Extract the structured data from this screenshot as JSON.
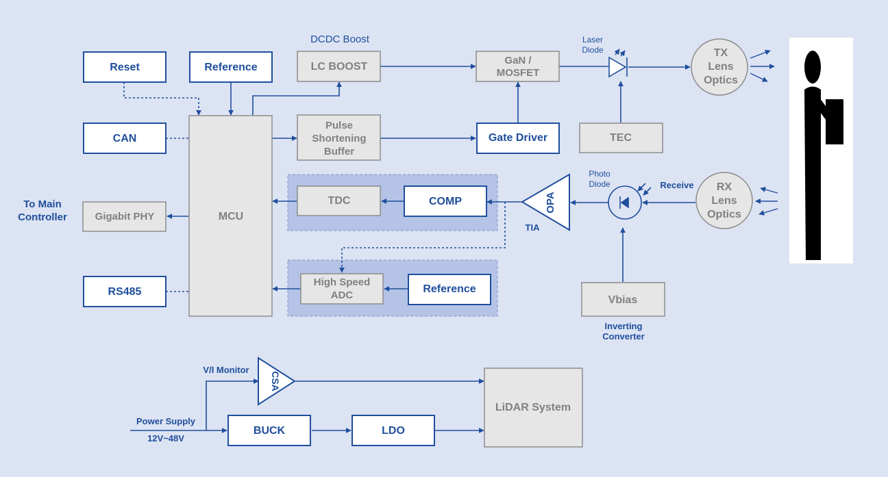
{
  "colors": {
    "background": "#dce3f3",
    "accent": "#1f4e9c",
    "gray_fill": "#e6e6e6",
    "gray_stroke": "#8c8c8c",
    "gray_text": "#808080",
    "highlight_region": "#b4c3e6"
  },
  "blocks": {
    "reset": "Reset",
    "reference_top": "Reference",
    "lc_boost": "LC BOOST",
    "gan_mosfet": [
      "GaN /",
      "MOSFET"
    ],
    "can": "CAN",
    "mcu": "MCU",
    "pulse_buffer": [
      "Pulse",
      "Shortening",
      "Buffer"
    ],
    "gate_driver": "Gate Driver",
    "tec": "TEC",
    "tdc": "TDC",
    "comp": "COMP",
    "opa": "OPA",
    "gigabit_phy": "Gigabit PHY",
    "high_speed_adc": [
      "High Speed",
      "ADC"
    ],
    "reference_adc": "Reference",
    "rs485": "RS485",
    "vbias": "Vbias",
    "csa": "CSA",
    "lidar_system": "LiDAR System",
    "buck": "BUCK",
    "ldo": "LDO",
    "tx_optics": [
      "TX",
      "Lens",
      "Optics"
    ],
    "rx_optics": [
      "RX",
      "Lens",
      "Optics"
    ]
  },
  "labels": {
    "dcdc_boost": "DCDC Boost",
    "laser_diode": [
      "Laser",
      "Diode"
    ],
    "photo_diode": [
      "Photo",
      "Diode"
    ],
    "receive": "Receive",
    "tia": "TIA",
    "to_main_controller": [
      "To Main",
      "Controller"
    ],
    "inverting_converter": [
      "Inverting",
      "Converter"
    ],
    "vi_monitor": "V/I  Monitor",
    "power_supply": "Power Supply",
    "voltage_range": "12V~48V"
  },
  "icons": {
    "laser_diode": "laser-diode-icon",
    "photo_diode": "photo-diode-icon",
    "person": "person-icon"
  }
}
